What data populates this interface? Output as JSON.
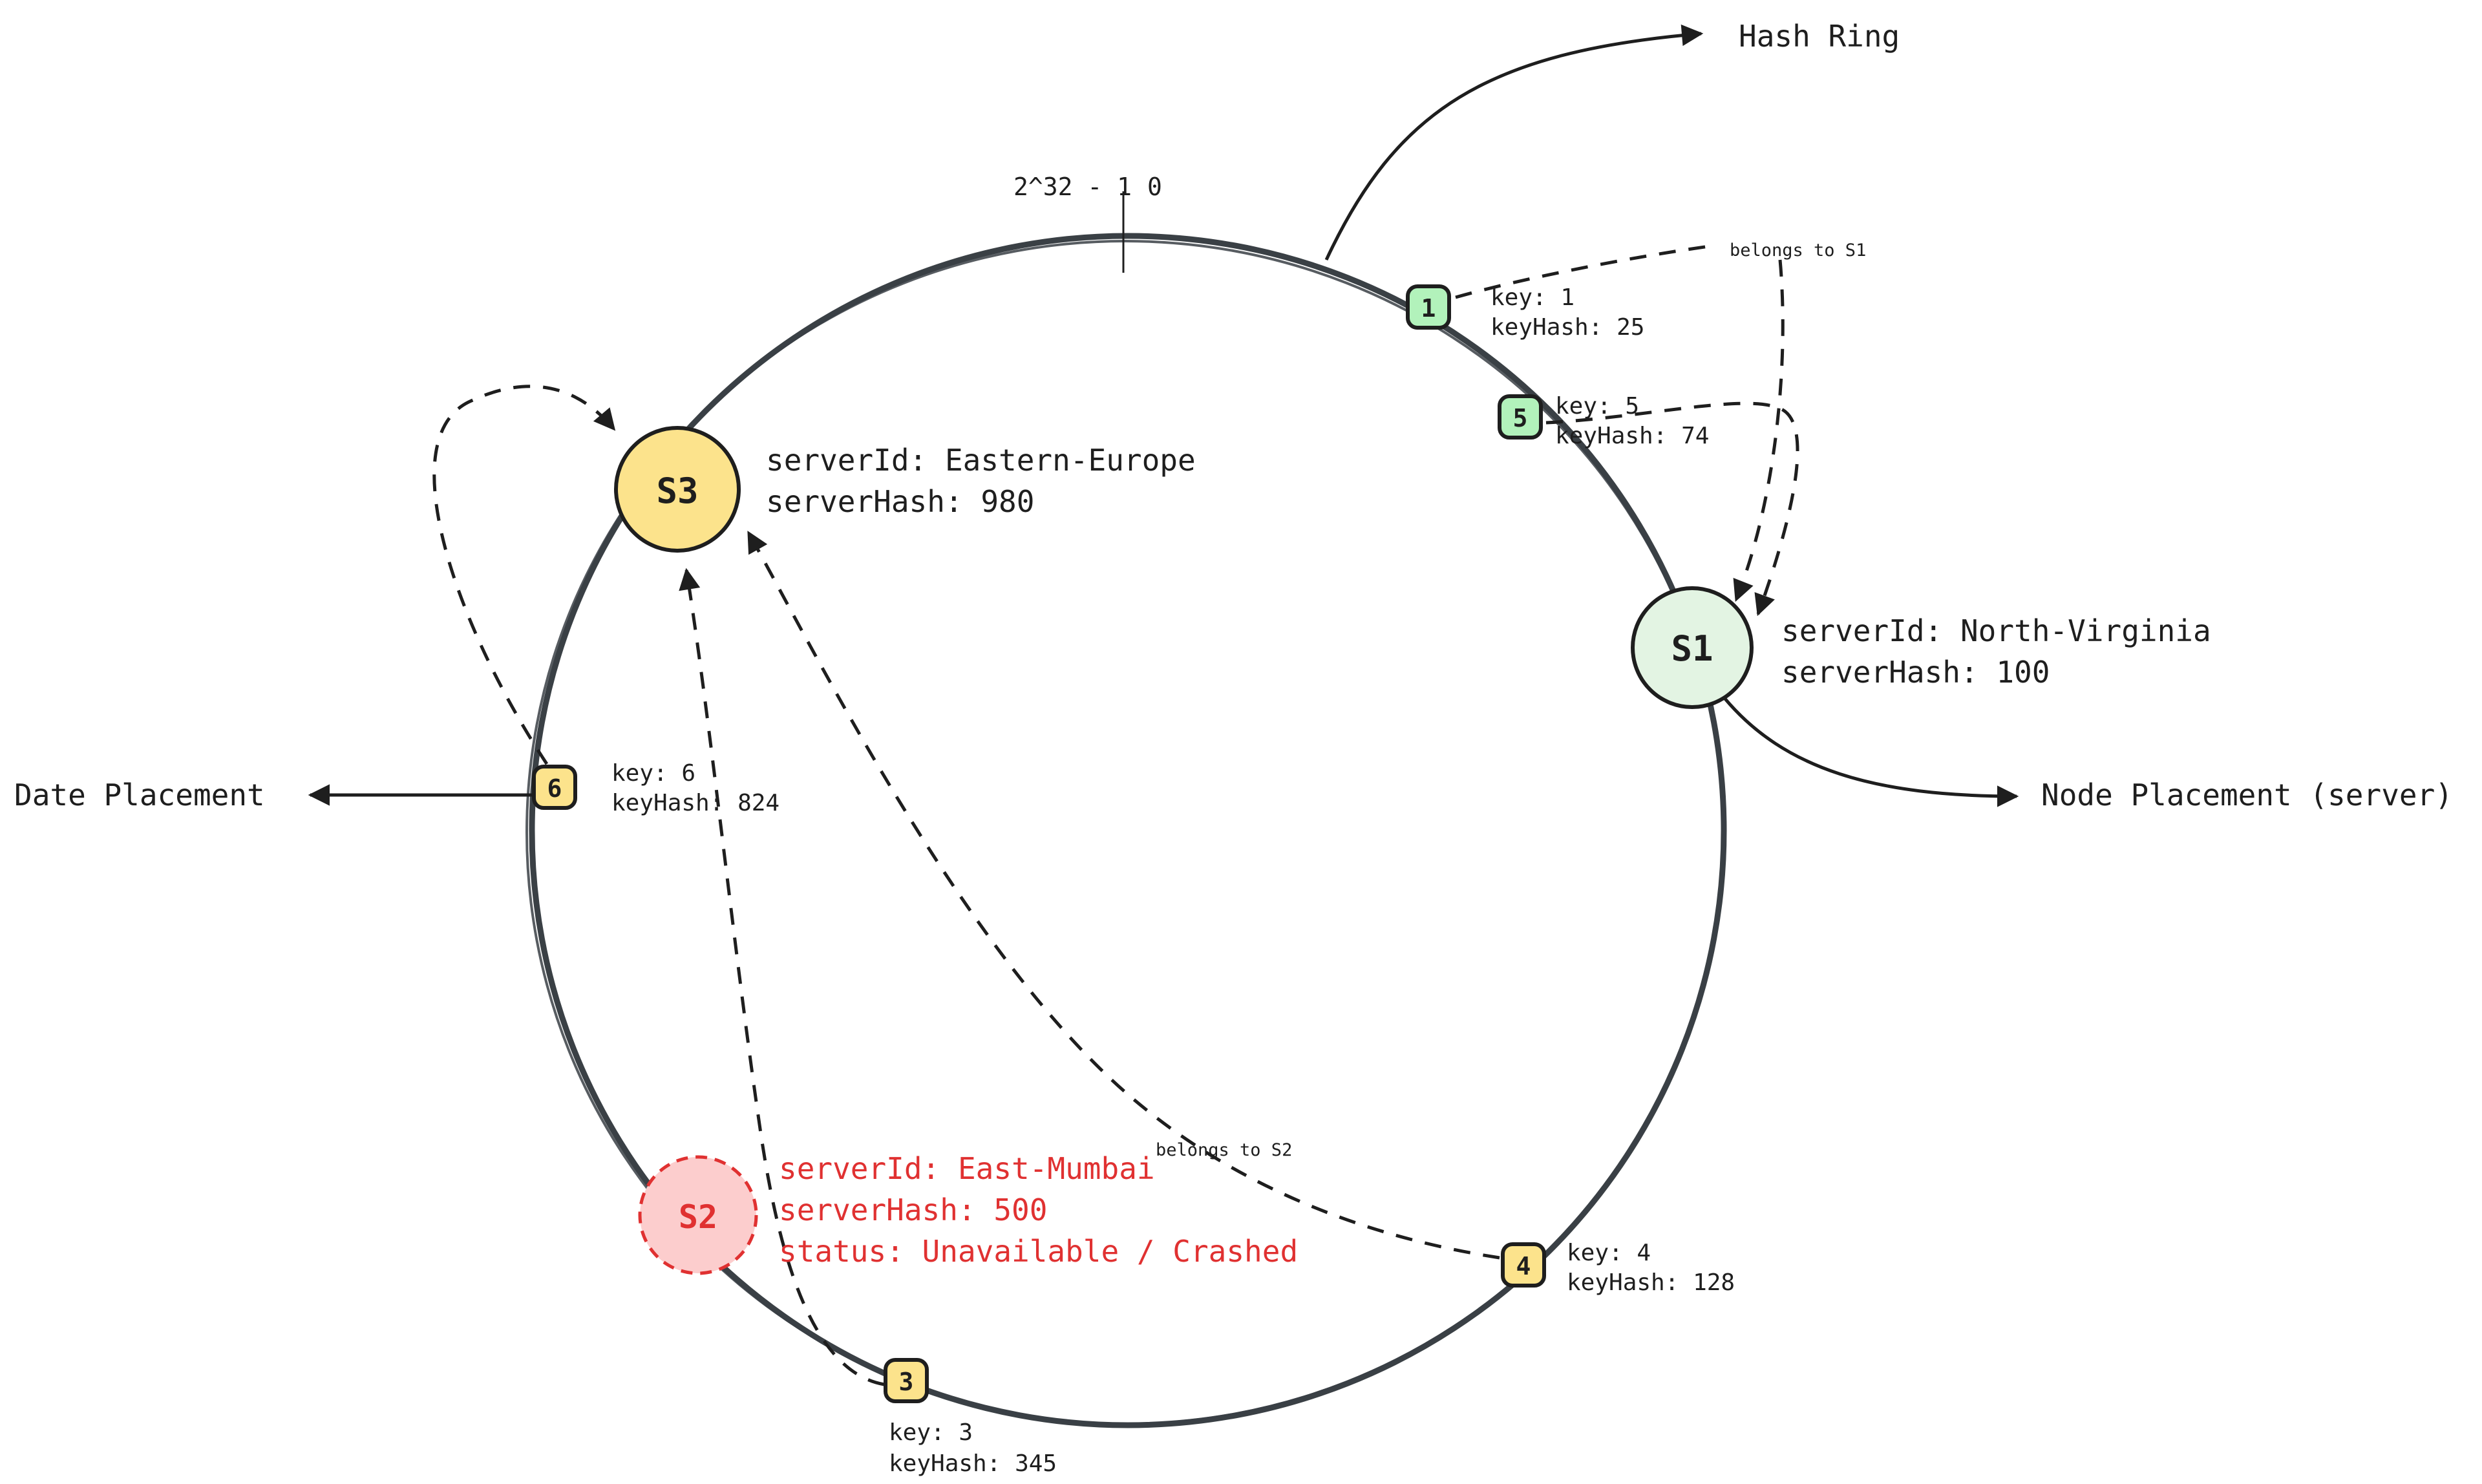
{
  "diagram": {
    "title": "Hash Ring",
    "range": {
      "max_label": "2^32 - 1",
      "zero_label": "0"
    },
    "annotations": {
      "hash_ring": "Hash Ring",
      "node_placement": "Node Placement (server)",
      "date_placement": "Date Placement",
      "belongs_s1": "belongs to S1",
      "belongs_s2": "belongs to S2"
    },
    "colors": {
      "ring": "#3a4045",
      "ink": "#1e1e1e",
      "key_green": "#b2f2bb",
      "key_yellow": "#fce38c",
      "server_green": "#e3f4e3",
      "server_yellow": "#fce38c",
      "server_pink": "#fccdcd",
      "alert_red": "#e03131"
    },
    "servers": [
      {
        "label": "S1",
        "id_text": "serverId: North-Virginia",
        "hash_text": "serverHash: 100"
      },
      {
        "label": "S2",
        "id_text": "serverId: East-Mumbai",
        "hash_text": "serverHash: 500",
        "status_text": "status: Unavailable / Crashed"
      },
      {
        "label": "S3",
        "id_text": "serverId: Eastern-Europe",
        "hash_text": "serverHash: 980"
      }
    ],
    "keys": [
      {
        "label": "1",
        "line1": "key: 1",
        "line2": "keyHash: 25"
      },
      {
        "label": "5",
        "line1": "key: 5",
        "line2": "keyHash: 74"
      },
      {
        "label": "6",
        "line1": "key: 6",
        "line2": "keyHash: 824"
      },
      {
        "label": "4",
        "line1": "key: 4",
        "line2": "keyHash: 128"
      },
      {
        "label": "3",
        "line1": "key: 3",
        "line2": "keyHash: 345"
      }
    ]
  }
}
